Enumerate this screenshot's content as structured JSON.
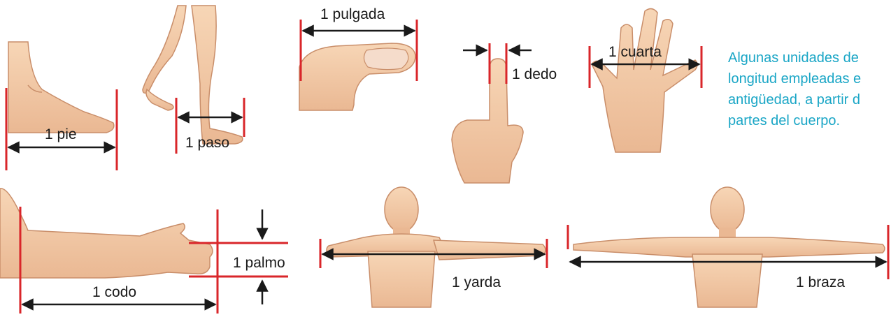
{
  "caption": [
    "Algunas unidades de",
    "longitud empleadas e",
    "antigüedad, a partir d",
    "partes del cuerpo."
  ],
  "units": {
    "pie": "1 pie",
    "paso": "1 paso",
    "pulgada": "1 pulgada",
    "dedo": "1 dedo",
    "cuarta": "1 cuarta",
    "palmo": "1 palmo",
    "codo": "1 codo",
    "yarda": "1 yarda",
    "braza": "1 braza"
  },
  "colors": {
    "caption": "#1aa6c6",
    "marker": "#d9262a",
    "arrow": "#1a1a1a",
    "skin": "#f3cba6",
    "skin_shadow": "#d99e78"
  }
}
